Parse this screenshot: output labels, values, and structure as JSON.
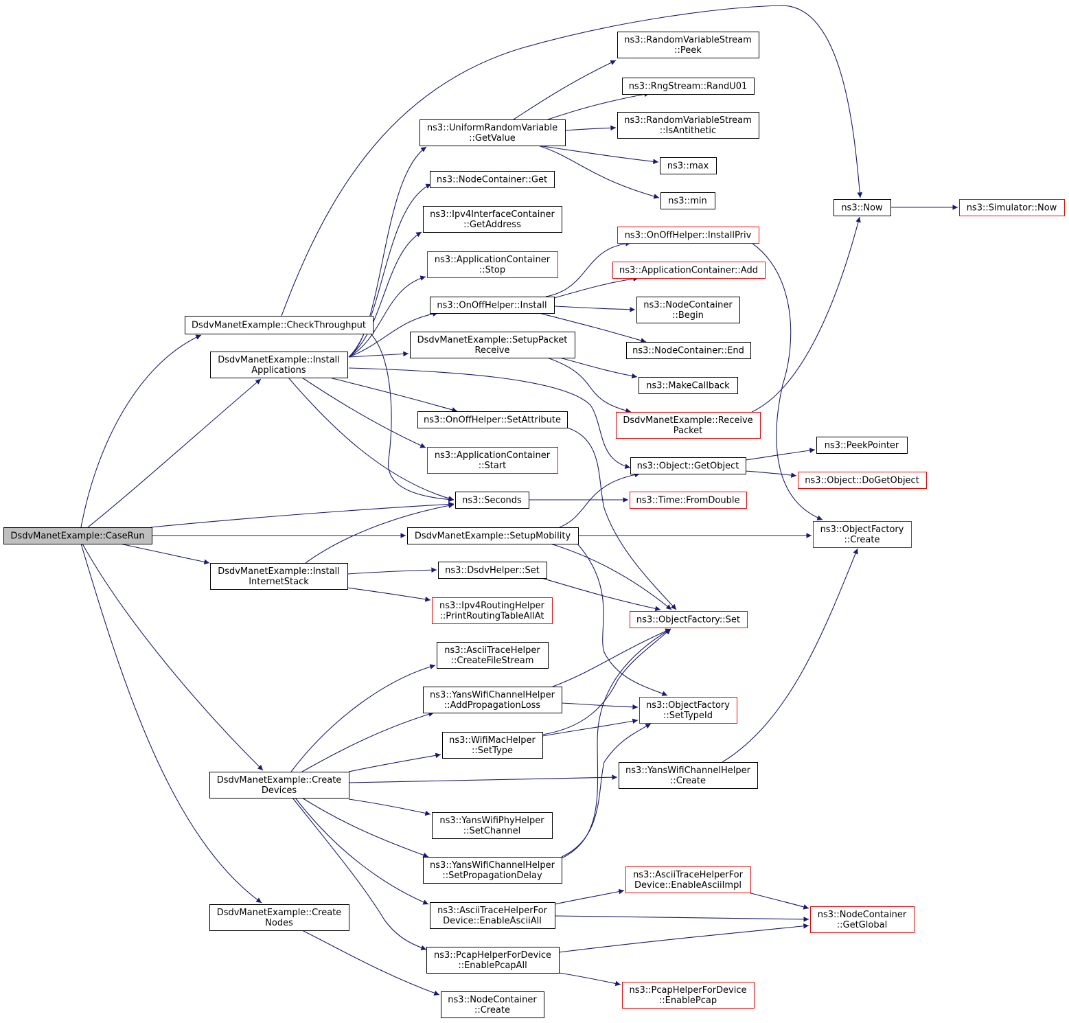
{
  "colors": {
    "edge": "#191970",
    "node_border_default": "#000000",
    "node_border_truncated": "#ff0000",
    "root_fill": "#bfbfbf",
    "node_fill": "#ffffff"
  },
  "nodes": [
    {
      "id": "caserun",
      "lines": [
        "DsdvManetExample::CaseRun"
      ],
      "style": "root"
    },
    {
      "id": "checkthroughput",
      "lines": [
        "DsdvManetExample::CheckThroughput"
      ],
      "style": "normal"
    },
    {
      "id": "installapps",
      "lines": [
        "DsdvManetExample::Install",
        "Applications"
      ],
      "style": "normal"
    },
    {
      "id": "installinet",
      "lines": [
        "DsdvManetExample::Install",
        "InternetStack"
      ],
      "style": "normal"
    },
    {
      "id": "createdevices",
      "lines": [
        "DsdvManetExample::Create",
        "Devices"
      ],
      "style": "normal"
    },
    {
      "id": "createnodes",
      "lines": [
        "DsdvManetExample::Create",
        "Nodes"
      ],
      "style": "normal"
    },
    {
      "id": "uniformgetvalue",
      "lines": [
        "ns3::UniformRandomVariable",
        "::GetValue"
      ],
      "style": "normal"
    },
    {
      "id": "nodecontainerget",
      "lines": [
        "ns3::NodeContainer::Get"
      ],
      "style": "normal"
    },
    {
      "id": "ipv4getaddress",
      "lines": [
        "ns3::Ipv4InterfaceContainer",
        "::GetAddress"
      ],
      "style": "normal"
    },
    {
      "id": "appcontainerstop",
      "lines": [
        "ns3::ApplicationContainer",
        "::Stop"
      ],
      "style": "truncated"
    },
    {
      "id": "onoffinstall",
      "lines": [
        "ns3::OnOffHelper::Install"
      ],
      "style": "normal"
    },
    {
      "id": "setuppacketreceive",
      "lines": [
        "DsdvManetExample::SetupPacket",
        "Receive"
      ],
      "style": "normal"
    },
    {
      "id": "onoffsetattribute",
      "lines": [
        "ns3::OnOffHelper::SetAttribute"
      ],
      "style": "normal"
    },
    {
      "id": "appcontainerstart",
      "lines": [
        "ns3::ApplicationContainer",
        "::Start"
      ],
      "style": "truncated"
    },
    {
      "id": "seconds",
      "lines": [
        "ns3::Seconds"
      ],
      "style": "normal"
    },
    {
      "id": "setupmobility",
      "lines": [
        "DsdvManetExample::SetupMobility"
      ],
      "style": "normal"
    },
    {
      "id": "dsdvhelperset",
      "lines": [
        "ns3::DsdvHelper::Set"
      ],
      "style": "normal"
    },
    {
      "id": "printroutingtable",
      "lines": [
        "ns3::Ipv4RoutingHelper",
        "::PrintRoutingTableAllAt"
      ],
      "style": "truncated"
    },
    {
      "id": "asciicreatefilestream",
      "lines": [
        "ns3::AsciiTraceHelper",
        "::CreateFileStream"
      ],
      "style": "normal"
    },
    {
      "id": "yansaddproploss",
      "lines": [
        "ns3::YansWifiChannelHelper",
        "::AddPropagationLoss"
      ],
      "style": "normal"
    },
    {
      "id": "wifimacsettype",
      "lines": [
        "ns3::WifiMacHelper",
        "::SetType"
      ],
      "style": "normal"
    },
    {
      "id": "yansphysetchannel",
      "lines": [
        "ns3::YansWifiPhyHelper",
        "::SetChannel"
      ],
      "style": "normal"
    },
    {
      "id": "yanssetpropdelay",
      "lines": [
        "ns3::YansWifiChannelHelper",
        "::SetPropagationDelay"
      ],
      "style": "normal"
    },
    {
      "id": "asciienableall",
      "lines": [
        "ns3::AsciiTraceHelperFor",
        "Device::EnableAsciiAll"
      ],
      "style": "normal"
    },
    {
      "id": "pcapenableall",
      "lines": [
        "ns3::PcapHelperForDevice",
        "::EnablePcapAll"
      ],
      "style": "normal"
    },
    {
      "id": "nodecontainercreate",
      "lines": [
        "ns3::NodeContainer",
        "::Create"
      ],
      "style": "normal"
    },
    {
      "id": "rvspeek",
      "lines": [
        "ns3::RandomVariableStream",
        "::Peek"
      ],
      "style": "normal"
    },
    {
      "id": "randu01",
      "lines": [
        "ns3::RngStream::RandU01"
      ],
      "style": "normal"
    },
    {
      "id": "rvsisantithetic",
      "lines": [
        "ns3::RandomVariableStream",
        "::IsAntithetic"
      ],
      "style": "normal"
    },
    {
      "id": "max",
      "lines": [
        "ns3::max"
      ],
      "style": "normal"
    },
    {
      "id": "min",
      "lines": [
        "ns3::min"
      ],
      "style": "normal"
    },
    {
      "id": "onoffinstallpriv",
      "lines": [
        "ns3::OnOffHelper::InstallPriv"
      ],
      "style": "truncated"
    },
    {
      "id": "appcontaineradd",
      "lines": [
        "ns3::ApplicationContainer::Add"
      ],
      "style": "truncated"
    },
    {
      "id": "nodecontainerbegin",
      "lines": [
        "ns3::NodeContainer",
        "::Begin"
      ],
      "style": "normal"
    },
    {
      "id": "nodecontainerend",
      "lines": [
        "ns3::NodeContainer::End"
      ],
      "style": "normal"
    },
    {
      "id": "makecallback",
      "lines": [
        "ns3::MakeCallback"
      ],
      "style": "normal"
    },
    {
      "id": "receivepacket",
      "lines": [
        "DsdvManetExample::Receive",
        "Packet"
      ],
      "style": "truncated"
    },
    {
      "id": "getobject",
      "lines": [
        "ns3::Object::GetObject"
      ],
      "style": "normal"
    },
    {
      "id": "fromdouble",
      "lines": [
        "ns3::Time::FromDouble"
      ],
      "style": "truncated"
    },
    {
      "id": "objectfactoryset",
      "lines": [
        "ns3::ObjectFactory::Set"
      ],
      "style": "truncated"
    },
    {
      "id": "objectfactorysettypeid",
      "lines": [
        "ns3::ObjectFactory",
        "::SetTypeId"
      ],
      "style": "truncated"
    },
    {
      "id": "yanschannelcreate",
      "lines": [
        "ns3::YansWifiChannelHelper",
        "::Create"
      ],
      "style": "normal"
    },
    {
      "id": "asciienableimpl",
      "lines": [
        "ns3::AsciiTraceHelperFor",
        "Device::EnableAsciiImpl"
      ],
      "style": "truncated"
    },
    {
      "id": "pcapenablepcap",
      "lines": [
        "ns3::PcapHelperForDevice",
        "::EnablePcap"
      ],
      "style": "truncated"
    },
    {
      "id": "now",
      "lines": [
        "ns3::Now"
      ],
      "style": "normal"
    },
    {
      "id": "simulatornow",
      "lines": [
        "ns3::Simulator::Now"
      ],
      "style": "truncated"
    },
    {
      "id": "peekpointer",
      "lines": [
        "ns3::PeekPointer"
      ],
      "style": "normal"
    },
    {
      "id": "dogetobject",
      "lines": [
        "ns3::Object::DoGetObject"
      ],
      "style": "truncated"
    },
    {
      "id": "objectfactorycreate",
      "lines": [
        "ns3::ObjectFactory",
        "::Create"
      ],
      "style": "truncated"
    },
    {
      "id": "nodecontainerglobal",
      "lines": [
        "ns3::NodeContainer",
        "::GetGlobal"
      ],
      "style": "truncated"
    }
  ],
  "edges": [
    [
      "caserun",
      "checkthroughput"
    ],
    [
      "caserun",
      "installapps"
    ],
    [
      "caserun",
      "seconds"
    ],
    [
      "caserun",
      "setupmobility"
    ],
    [
      "caserun",
      "installinet"
    ],
    [
      "caserun",
      "createdevices"
    ],
    [
      "caserun",
      "createnodes"
    ],
    [
      "checkthroughput",
      "now"
    ],
    [
      "checkthroughput",
      "seconds"
    ],
    [
      "installapps",
      "uniformgetvalue"
    ],
    [
      "installapps",
      "nodecontainerget"
    ],
    [
      "installapps",
      "ipv4getaddress"
    ],
    [
      "installapps",
      "appcontainerstop"
    ],
    [
      "installapps",
      "onoffinstall"
    ],
    [
      "installapps",
      "setuppacketreceive"
    ],
    [
      "installapps",
      "getobject"
    ],
    [
      "installapps",
      "onoffsetattribute"
    ],
    [
      "installapps",
      "appcontainerstart"
    ],
    [
      "installapps",
      "seconds"
    ],
    [
      "uniformgetvalue",
      "rvspeek"
    ],
    [
      "uniformgetvalue",
      "randu01"
    ],
    [
      "uniformgetvalue",
      "rvsisantithetic"
    ],
    [
      "uniformgetvalue",
      "max"
    ],
    [
      "uniformgetvalue",
      "min"
    ],
    [
      "onoffinstall",
      "onoffinstallpriv"
    ],
    [
      "onoffinstall",
      "appcontaineradd"
    ],
    [
      "onoffinstall",
      "nodecontainerbegin"
    ],
    [
      "onoffinstall",
      "nodecontainerend"
    ],
    [
      "setuppacketreceive",
      "makecallback"
    ],
    [
      "setuppacketreceive",
      "receivepacket"
    ],
    [
      "receivepacket",
      "now"
    ],
    [
      "onoffinstallpriv",
      "objectfactorycreate"
    ],
    [
      "now",
      "simulatornow"
    ],
    [
      "getobject",
      "peekpointer"
    ],
    [
      "getobject",
      "dogetobject"
    ],
    [
      "seconds",
      "fromdouble"
    ],
    [
      "onoffsetattribute",
      "objectfactoryset"
    ],
    [
      "setupmobility",
      "getobject"
    ],
    [
      "setupmobility",
      "objectfactorycreate"
    ],
    [
      "setupmobility",
      "objectfactoryset"
    ],
    [
      "setupmobility",
      "objectfactorysettypeid"
    ],
    [
      "installinet",
      "seconds"
    ],
    [
      "installinet",
      "dsdvhelperset"
    ],
    [
      "installinet",
      "printroutingtable"
    ],
    [
      "dsdvhelperset",
      "objectfactoryset"
    ],
    [
      "createdevices",
      "asciicreatefilestream"
    ],
    [
      "createdevices",
      "yansaddproploss"
    ],
    [
      "createdevices",
      "wifimacsettype"
    ],
    [
      "createdevices",
      "yanschannelcreate"
    ],
    [
      "createdevices",
      "yansphysetchannel"
    ],
    [
      "createdevices",
      "yanssetpropdelay"
    ],
    [
      "createdevices",
      "asciienableall"
    ],
    [
      "createdevices",
      "pcapenableall"
    ],
    [
      "yansaddproploss",
      "objectfactoryset"
    ],
    [
      "yansaddproploss",
      "objectfactorysettypeid"
    ],
    [
      "wifimacsettype",
      "objectfactoryset"
    ],
    [
      "wifimacsettype",
      "objectfactorysettypeid"
    ],
    [
      "yanssetpropdelay",
      "objectfactoryset"
    ],
    [
      "yanssetpropdelay",
      "objectfactorysettypeid"
    ],
    [
      "yanschannelcreate",
      "objectfactorycreate"
    ],
    [
      "asciienableall",
      "asciienableimpl"
    ],
    [
      "asciienableall",
      "nodecontainerglobal"
    ],
    [
      "asciienableimpl",
      "nodecontainerglobal"
    ],
    [
      "pcapenableall",
      "nodecontainerglobal"
    ],
    [
      "pcapenableall",
      "pcapenablepcap"
    ],
    [
      "createnodes",
      "nodecontainercreate"
    ]
  ]
}
